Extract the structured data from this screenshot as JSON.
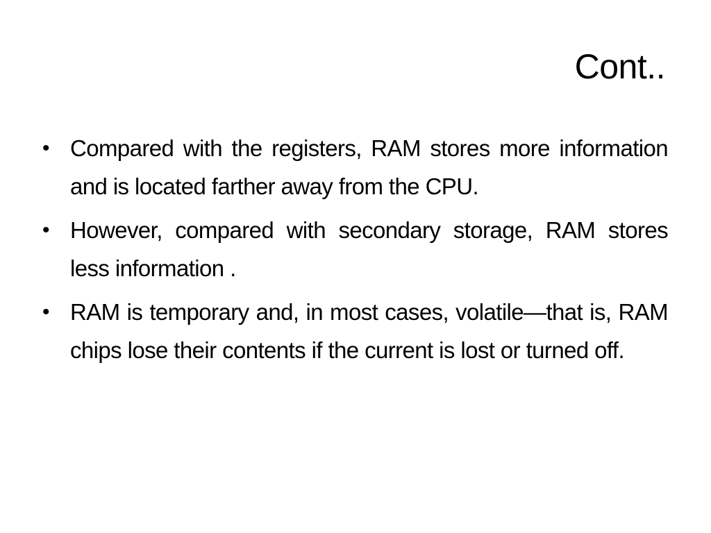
{
  "slide": {
    "title": "Cont..",
    "bullets": [
      {
        "icon": "bullet-dot-icon",
        "glyph": "•",
        "text": "Compared with the registers, RAM stores more information and is located farther away from the CPU."
      },
      {
        "icon": "bullet-dot-icon",
        "glyph": "•",
        "text": "However, compared with secondary storage, RAM stores less information ."
      },
      {
        "icon": "bullet-dot-icon",
        "glyph": "•",
        "text": "RAM is temporary and, in most cases, volatile—that is, RAM chips lose their contents if the current is lost or turned off."
      }
    ]
  },
  "colors": {
    "background": "#ffffff",
    "text": "#000000"
  }
}
